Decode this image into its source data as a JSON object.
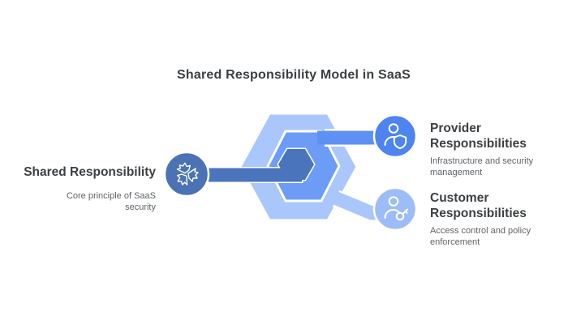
{
  "title": {
    "text": "Shared Responsibility Model in SaaS"
  },
  "diagram": {
    "center_hexagon": {
      "name": "hexagon-stack",
      "colors": {
        "outer": "#aac7fb",
        "middle": "#6d9cf7",
        "inner": "#4a75bd"
      }
    },
    "nodes": [
      {
        "id": "shared",
        "side": "left",
        "label": "Shared Responsibility",
        "description": "Core principle of SaaS security",
        "icon": "interlocking-pieces-icon",
        "circle_color": "#4a72b4",
        "connector_color": "#4a75bd"
      },
      {
        "id": "provider",
        "side": "right-top",
        "label": "Provider Responsibilities",
        "description": "Infrastructure and security management",
        "icon": "user-shield-icon",
        "circle_color": "#4e84f0",
        "connector_color": "#5f90f3"
      },
      {
        "id": "customer",
        "side": "right-bottom",
        "label": "Customer Responsibilities",
        "description": "Access control and policy enforcement",
        "icon": "user-key-icon",
        "circle_color": "#9dbdf9",
        "connector_color": "#aac7fb"
      }
    ]
  },
  "text_colors": {
    "heading": "#3c4043",
    "body": "#5f6368"
  }
}
